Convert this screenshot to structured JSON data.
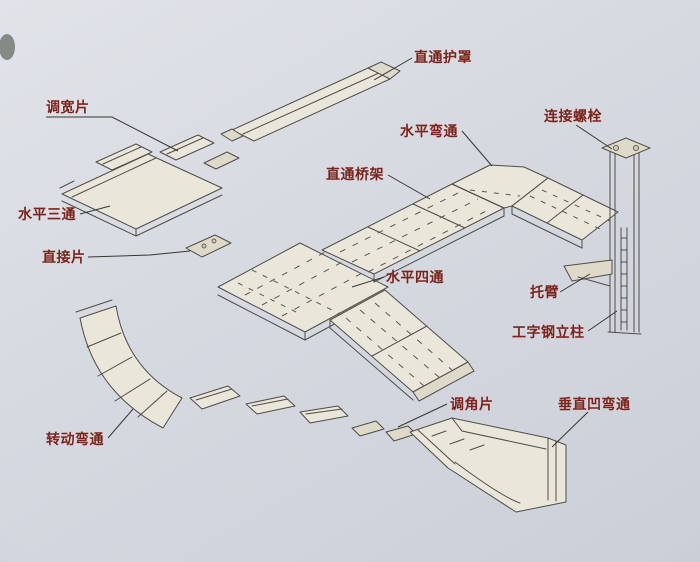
{
  "labels": {
    "straight_cover": "直通护罩",
    "width_adjust_piece": "调宽片",
    "horizontal_bend": "水平弯通",
    "connecting_bolt": "连接螺栓",
    "straight_tray": "直通桥架",
    "horizontal_tee": "水平三通",
    "direct_piece": "直接片",
    "horizontal_cross": "水平四通",
    "bracket_arm": "托臂",
    "ibeam_column": "工字钢立柱",
    "angle_adjust_piece": "调角片",
    "vertical_concave_bend": "垂直凹弯通",
    "rotating_bend": "转动弯通"
  },
  "colors": {
    "background": "#d6d9e0",
    "drawing_line": "#504d48",
    "tray_fill": "#eae6da",
    "label_text": "#7c241a",
    "leader_line": "#39362f"
  }
}
